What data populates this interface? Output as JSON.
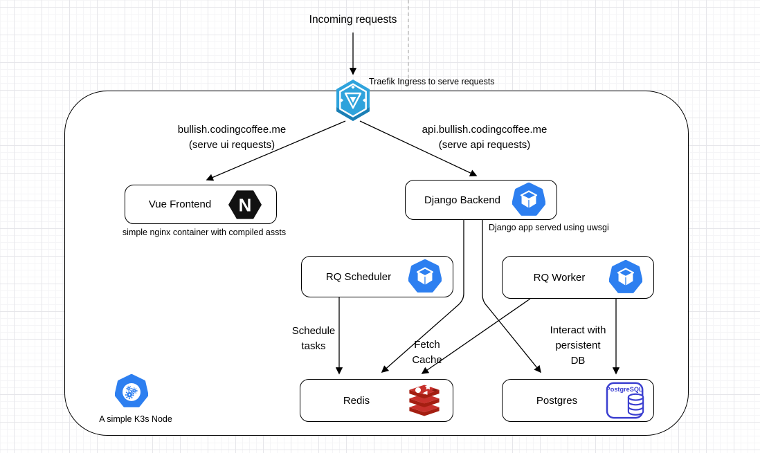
{
  "diagram": {
    "incoming_label": "Incoming requests",
    "traefik_caption": "Traefik Ingress to serve requests",
    "route_ui": {
      "line1": "bullish.codingcoffee.me",
      "line2": "(serve ui requests)"
    },
    "route_api": {
      "line1": "api.bullish.codingcoffee.me",
      "line2": "(serve api requests)"
    },
    "nodes": {
      "vue": {
        "label": "Vue Frontend",
        "caption": "simple nginx container with compiled assts"
      },
      "django": {
        "label": "Django Backend",
        "caption": "Django app served using uwsgi"
      },
      "rq_scheduler": {
        "label": "RQ Scheduler"
      },
      "rq_worker": {
        "label": "RQ Worker"
      },
      "redis": {
        "label": "Redis"
      },
      "postgres": {
        "label": "Postgres",
        "icon_text": "PostgreSQL"
      }
    },
    "edge_labels": {
      "schedule": {
        "line1": "Schedule",
        "line2": "tasks"
      },
      "fetch": {
        "line1": "Fetch",
        "line2": "Cache"
      },
      "interact": {
        "line1": "Interact with",
        "line2": "persistent",
        "line3": "DB"
      }
    },
    "k3s_label": "A simple K3s Node",
    "nginx_letter": "N",
    "colors": {
      "container_blue": "#2D7FF0",
      "traefik_blue": "#2FA3DC",
      "traefik_dark": "#1B7FB5",
      "redis_red": "#C6302B",
      "redis_dark": "#A41E11",
      "postgres_blue": "#3B3FD0",
      "nginx_black": "#121212",
      "edge_stroke": "#000000"
    }
  }
}
